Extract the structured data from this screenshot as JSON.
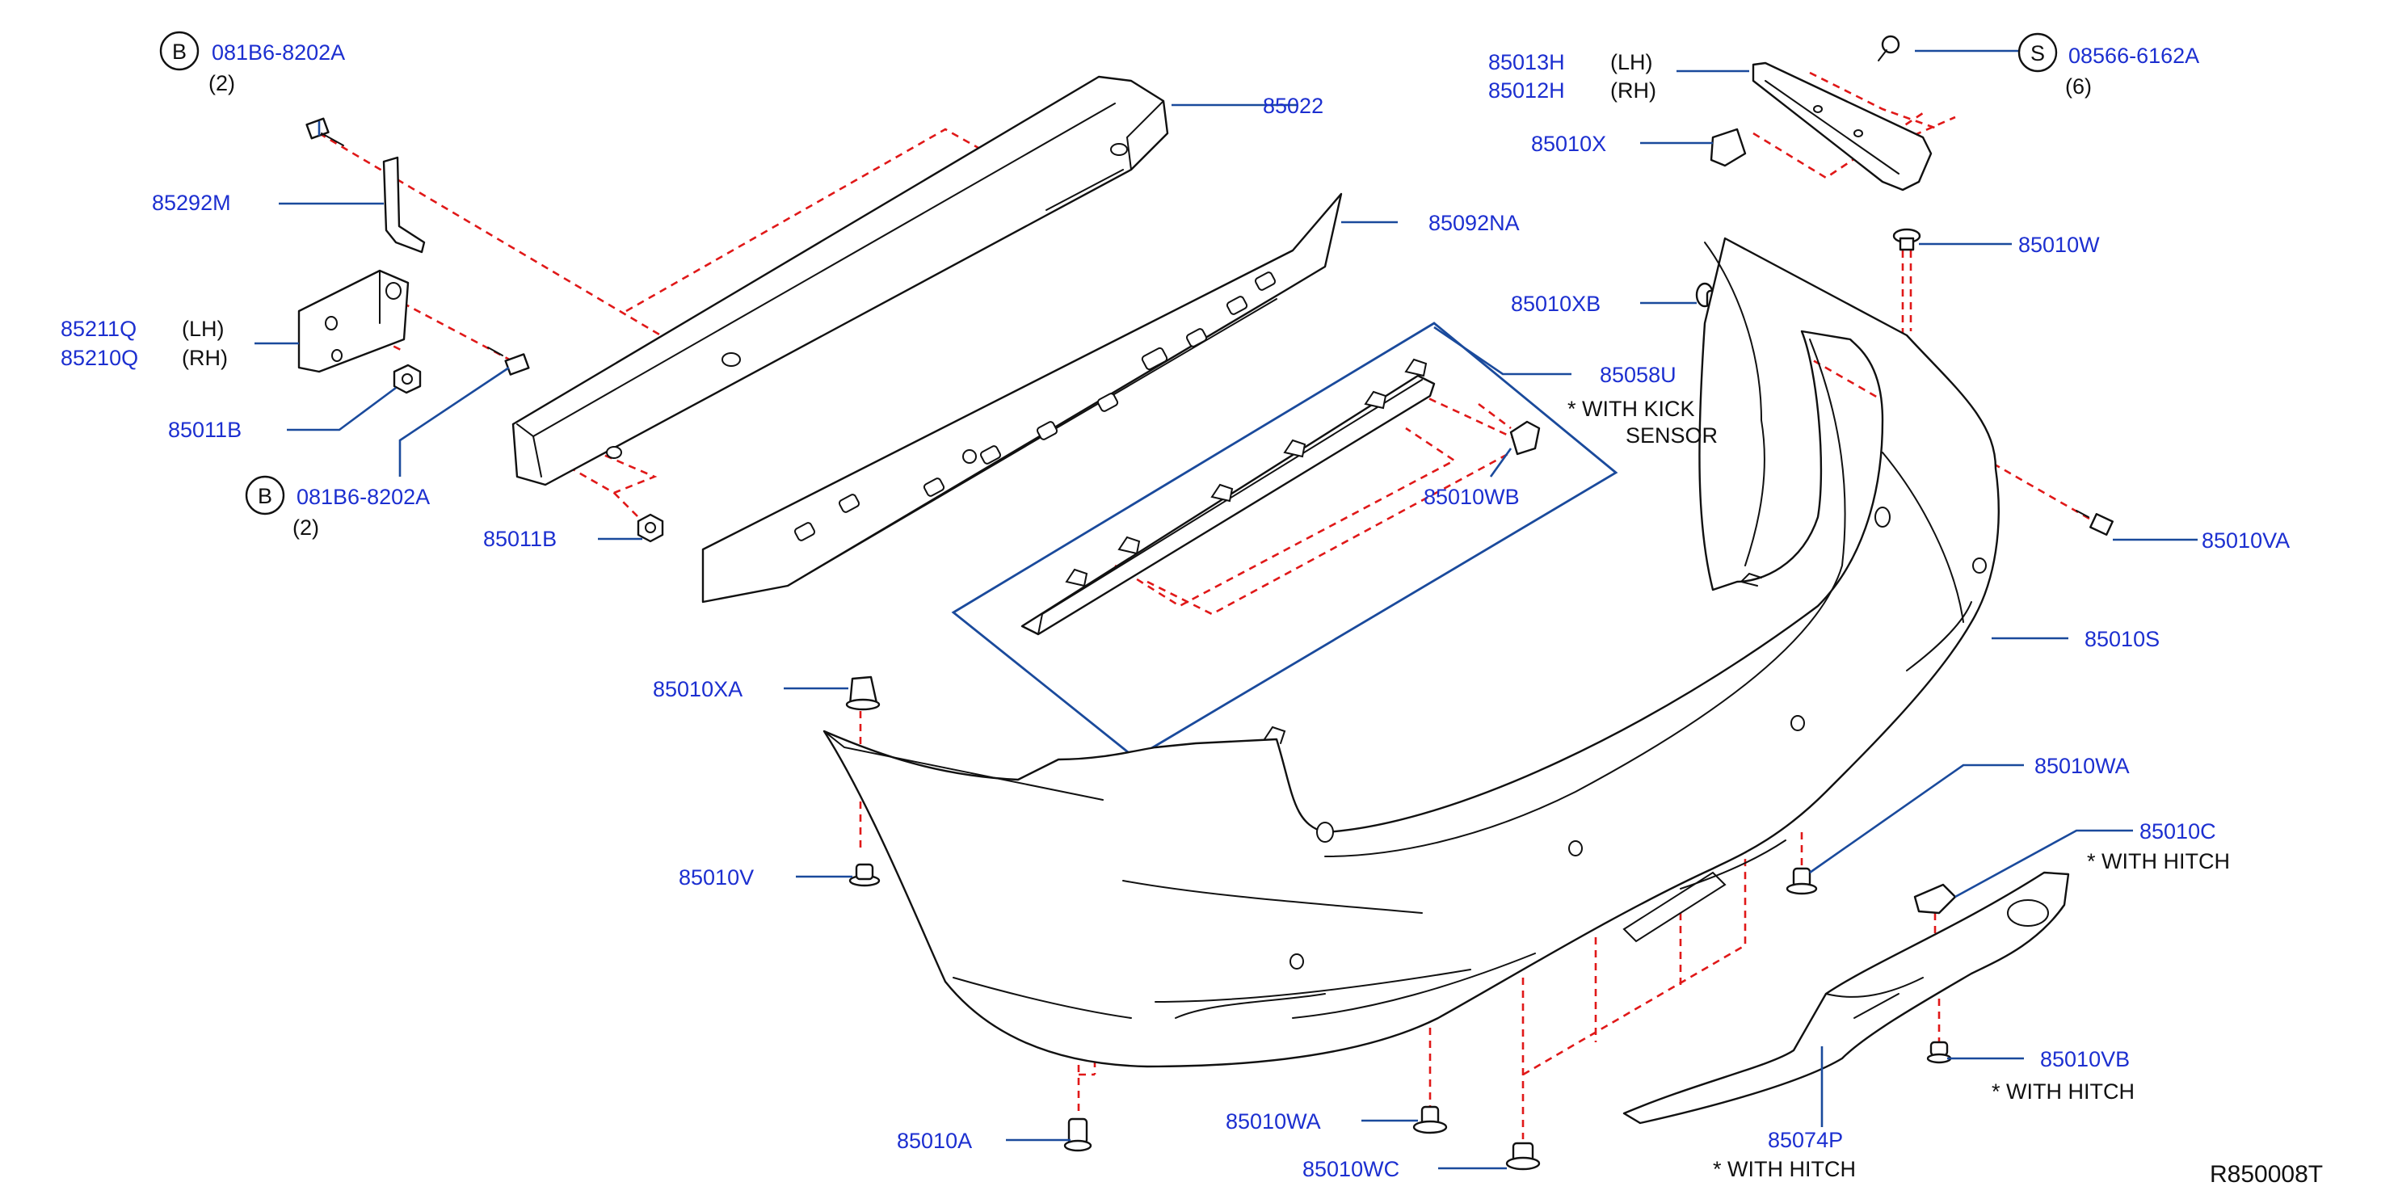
{
  "diagram_id": "R850008T",
  "colors": {
    "part_number": "#1c2fd0",
    "leader": "#1a4a9c",
    "dashed_guide": "#e01818",
    "outline": "#111111"
  },
  "callouts": [
    {
      "id": "b-top",
      "symbol": "B",
      "part": "081B6-8202A",
      "qty": "(2)"
    },
    {
      "id": "b-bottom",
      "symbol": "B",
      "part": "081B6-8202A",
      "qty": "(2)"
    },
    {
      "id": "s-bolt",
      "symbol": "S",
      "part": "08566-6162A",
      "qty": "(6)"
    }
  ],
  "labels": {
    "p85292M": "85292M",
    "p85211Q": "85211Q",
    "p85210Q": "85210Q",
    "lh": "(LH)",
    "rh": "(RH)",
    "p85011B_a": "85011B",
    "p85011B_b": "85011B",
    "p85022": "85022",
    "p85092NA": "85092NA",
    "p85058U": "85058U",
    "note_kick_1": "*   WITH   KICK",
    "note_kick_2": "SENSOR",
    "p85010WB": "85010WB",
    "p85013H": "85013H",
    "p85012H": "85012H",
    "p85010X": "85010X",
    "p85010W": "85010W",
    "p85010XB": "85010XB",
    "p85010VA": "85010VA",
    "p85010S": "85010S",
    "p85010XA": "85010XA",
    "p85010V": "85010V",
    "p85010WA_a": "85010WA",
    "p85010C": "85010C",
    "note_hitch_a": "*   WITH   HITCH",
    "p85010VB": "85010VB",
    "note_hitch_b": "*   WITH   HITCH",
    "p85074P": "85074P",
    "note_hitch_c": "*   WITH   HITCH",
    "p85010A": "85010A",
    "p85010WA_b": "85010WA",
    "p85010WC": "85010WC"
  }
}
